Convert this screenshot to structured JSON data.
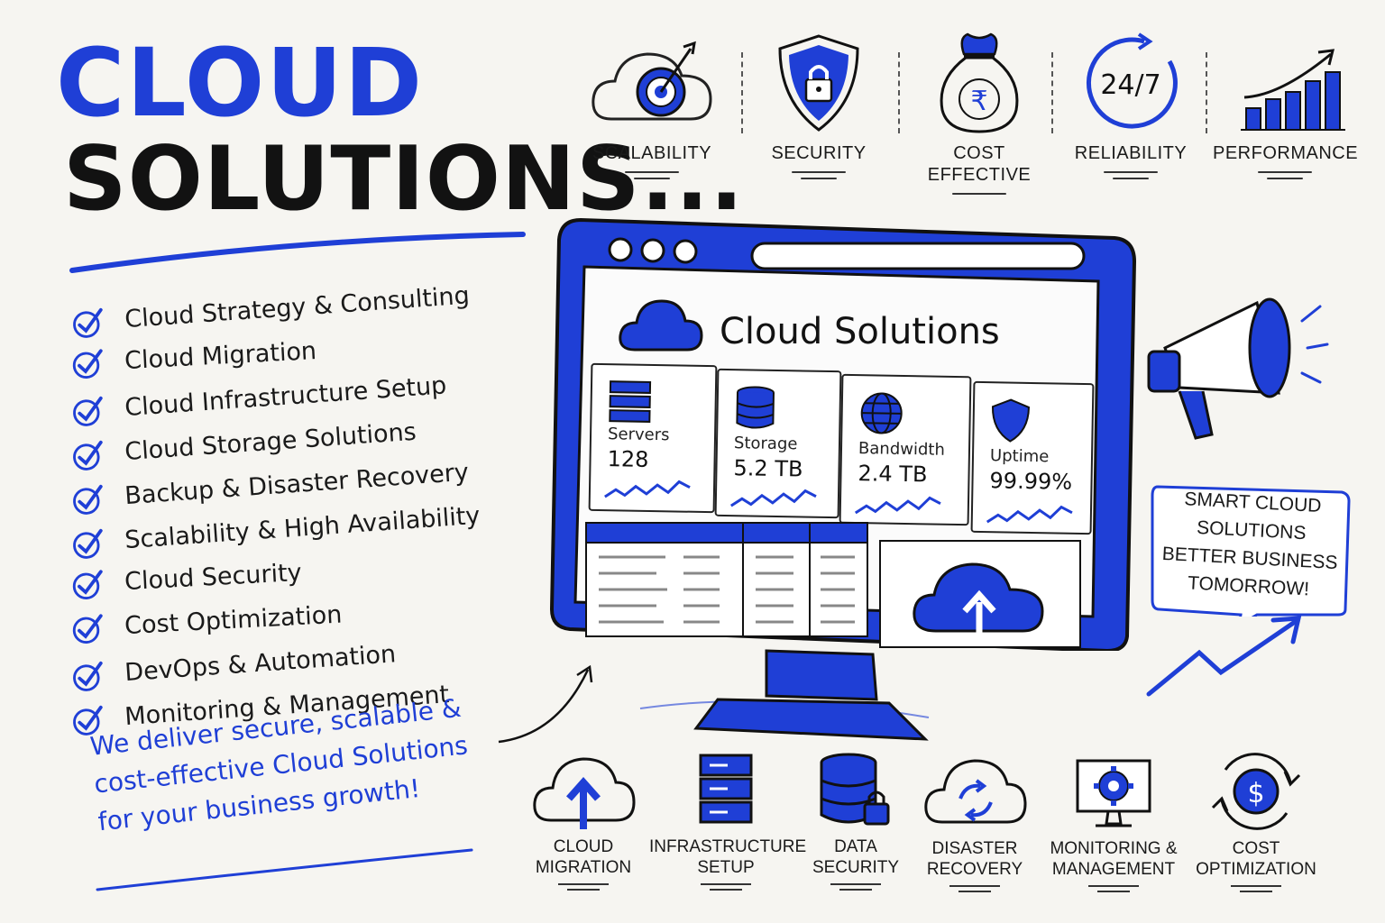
{
  "title": {
    "line1": "CLOUD",
    "line2": "SOLUTIONS..."
  },
  "services": [
    "Cloud Strategy & Consulting",
    "Cloud Migration",
    "Cloud Infrastructure Setup",
    "Cloud Storage Solutions",
    "Backup & Disaster Recovery",
    "Scalability & High Availability",
    "Cloud Security",
    "Cost Optimization",
    "DevOps & Automation",
    "Monitoring & Management"
  ],
  "tagline": {
    "l1": "We deliver secure, scalable &",
    "l2": "cost-effective Cloud Solutions",
    "l3": "for your business growth!"
  },
  "features_top": [
    {
      "label": "SCALABILITY",
      "icon": "cloud-target-icon"
    },
    {
      "label": "SECURITY",
      "icon": "shield-lock-icon"
    },
    {
      "label_l1": "COST",
      "label_l2": "EFFECTIVE",
      "icon": "rupee-bag-icon",
      "glyph": "₹"
    },
    {
      "label": "RELIABILITY",
      "icon": "clock-24-7-icon",
      "glyph": "24/7"
    },
    {
      "label": "PERFORMANCE",
      "icon": "bar-chart-growth-icon"
    }
  ],
  "dashboard": {
    "title": "Cloud Solutions",
    "stats": [
      {
        "label": "Servers",
        "value": "128",
        "icon": "server-icon"
      },
      {
        "label": "Storage",
        "value": "5.2 TB",
        "icon": "database-icon"
      },
      {
        "label": "Bandwidth",
        "value": "2.4 TB",
        "icon": "globe-icon"
      },
      {
        "label": "Uptime",
        "value": "99.99%",
        "icon": "shield-icon"
      }
    ]
  },
  "bubble": {
    "l1": "SMART CLOUD",
    "l2": "SOLUTIONS",
    "l3": "BETTER BUSINESS",
    "l4": "TOMORROW!"
  },
  "features_bottom": [
    {
      "l1": "CLOUD",
      "l2": "MIGRATION",
      "icon": "cloud-upload-icon"
    },
    {
      "l1": "INFRASTRUCTURE",
      "l2": "SETUP",
      "icon": "server-stack-icon"
    },
    {
      "l1": "DATA",
      "l2": "SECURITY",
      "icon": "database-lock-icon"
    },
    {
      "l1": "DISASTER",
      "l2": "RECOVERY",
      "icon": "cloud-sync-icon"
    },
    {
      "l1": "MONITORING &",
      "l2": "MANAGEMENT",
      "icon": "monitor-gear-icon"
    },
    {
      "l1": "COST",
      "l2": "OPTIMIZATION",
      "icon": "dollar-cycle-icon",
      "glyph": "$"
    }
  ],
  "colors": {
    "accent": "#1f3fd6",
    "ink": "#1a1a1a",
    "paper": "#f6f5f1"
  }
}
